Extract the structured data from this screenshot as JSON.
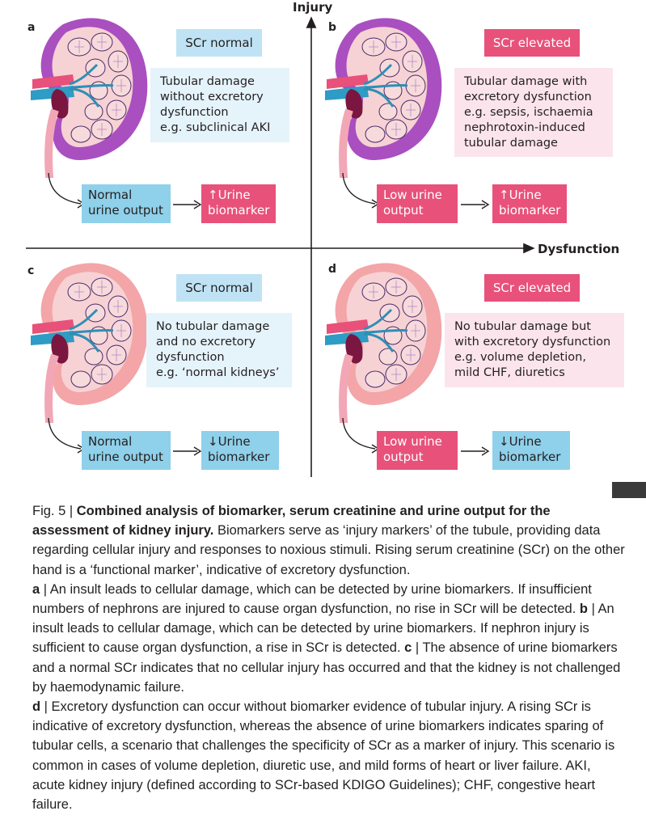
{
  "axes": {
    "y_label": "Injury",
    "x_label": "Dysfunction"
  },
  "colors": {
    "blue_box": "#8fd0ea",
    "blue_light": "#e5f3fb",
    "blue_scr": "#bfe3f4",
    "pink": "#e8517a",
    "pink_light": "#fce4ec",
    "kidney_purple": "#a94fc0",
    "kidney_pink": "#f3a5a8"
  },
  "quadrants": {
    "a": {
      "label": "a",
      "scr": "SCr normal",
      "description": "Tubular damage\nwithout excretory\ndysfunction\ne.g. subclinical AKI",
      "output": "Normal\nurine output",
      "biomarker": "↑Urine\nbiomarker",
      "kidney_style": "purple"
    },
    "b": {
      "label": "b",
      "scr": "SCr elevated",
      "description": "Tubular damage with\nexcretory dysfunction\ne.g. sepsis, ischaemia\nnephrotoxin-induced\ntubular damage",
      "output": "Low urine\noutput",
      "biomarker": "↑Urine\nbiomarker",
      "kidney_style": "purple"
    },
    "c": {
      "label": "c",
      "scr": "SCr normal",
      "description": "No tubular damage\nand no excretory\ndysfunction\ne.g. ‘normal kidneys’",
      "output": "Normal\nurine output",
      "biomarker": "↓Urine\nbiomarker",
      "kidney_style": "pink"
    },
    "d": {
      "label": "d",
      "scr": "SCr elevated",
      "description": "No tubular damage but\nwith excretory dysfunction\ne.g. volume depletion,\nmild CHF, diuretics",
      "output": "Low urine\noutput",
      "biomarker": "↓Urine\nbiomarker",
      "kidney_style": "pink"
    }
  },
  "caption": {
    "fig": "Fig. 5 | ",
    "title": "Combined analysis of biomarker, serum creatinine and urine output for the assessment of kidney injury.",
    "intro": " Biomarkers serve as ‘injury markers’ of the tubule, providing data regarding cellular injury and responses to noxious stimuli. Rising serum creatinine (SCr) on the other hand is a ‘functional marker’, indicative of excretory dysfunction.",
    "a_label": "a",
    "a_text": " | An insult leads to cellular damage, which can be detected by urine biomarkers. If insufficient numbers of nephrons are injured to cause organ dysfunction, no rise in SCr will be detected. ",
    "b_label": "b",
    "b_text": " | An insult leads to cellular damage, which can be detected by urine biomarkers. If nephron injury is sufficient to cause organ dysfunction, a rise in SCr is detected. ",
    "c_label": "c",
    "c_text": " | The absence of urine biomarkers and a normal SCr indicates that no cellular injury has occurred and that the kidney is not challenged by haemodynamic failure.",
    "d_label": "d",
    "d_text": " | Excretory dysfunction can occur without biomarker evidence of tubular injury. A rising SCr is indicative of excretory dysfunction, whereas the absence of urine biomarkers indicates sparing of tubular cells, a scenario that challenges the specificity of SCr as a marker of injury. This scenario is common in cases of volume depletion, diuretic use, and mild forms of heart or liver failure. AKI, acute kidney injury (defined according to SCr-based KDIGO Guidelines); CHF, congestive heart failure."
  }
}
